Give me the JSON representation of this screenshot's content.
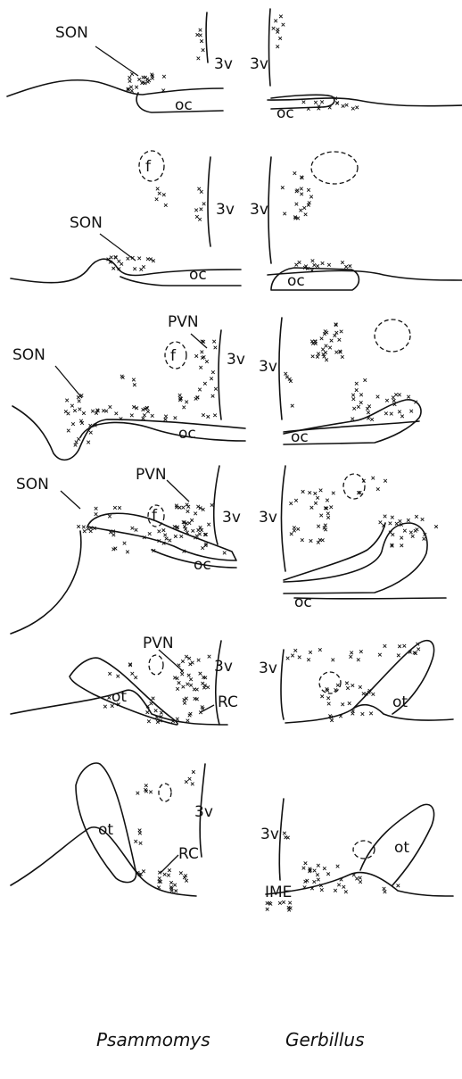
{
  "labels": {
    "son": "SON",
    "pvn": "PVN",
    "rc": "RC",
    "ime": "IME",
    "ventricle": "3v",
    "optic_chiasm": "oc",
    "optic_tract": "ot",
    "fornix": "f"
  },
  "captions": {
    "left": "Psammomys",
    "right": "Gerbillus"
  },
  "colors": {
    "ink": "#111111",
    "background": "#ffffff"
  }
}
